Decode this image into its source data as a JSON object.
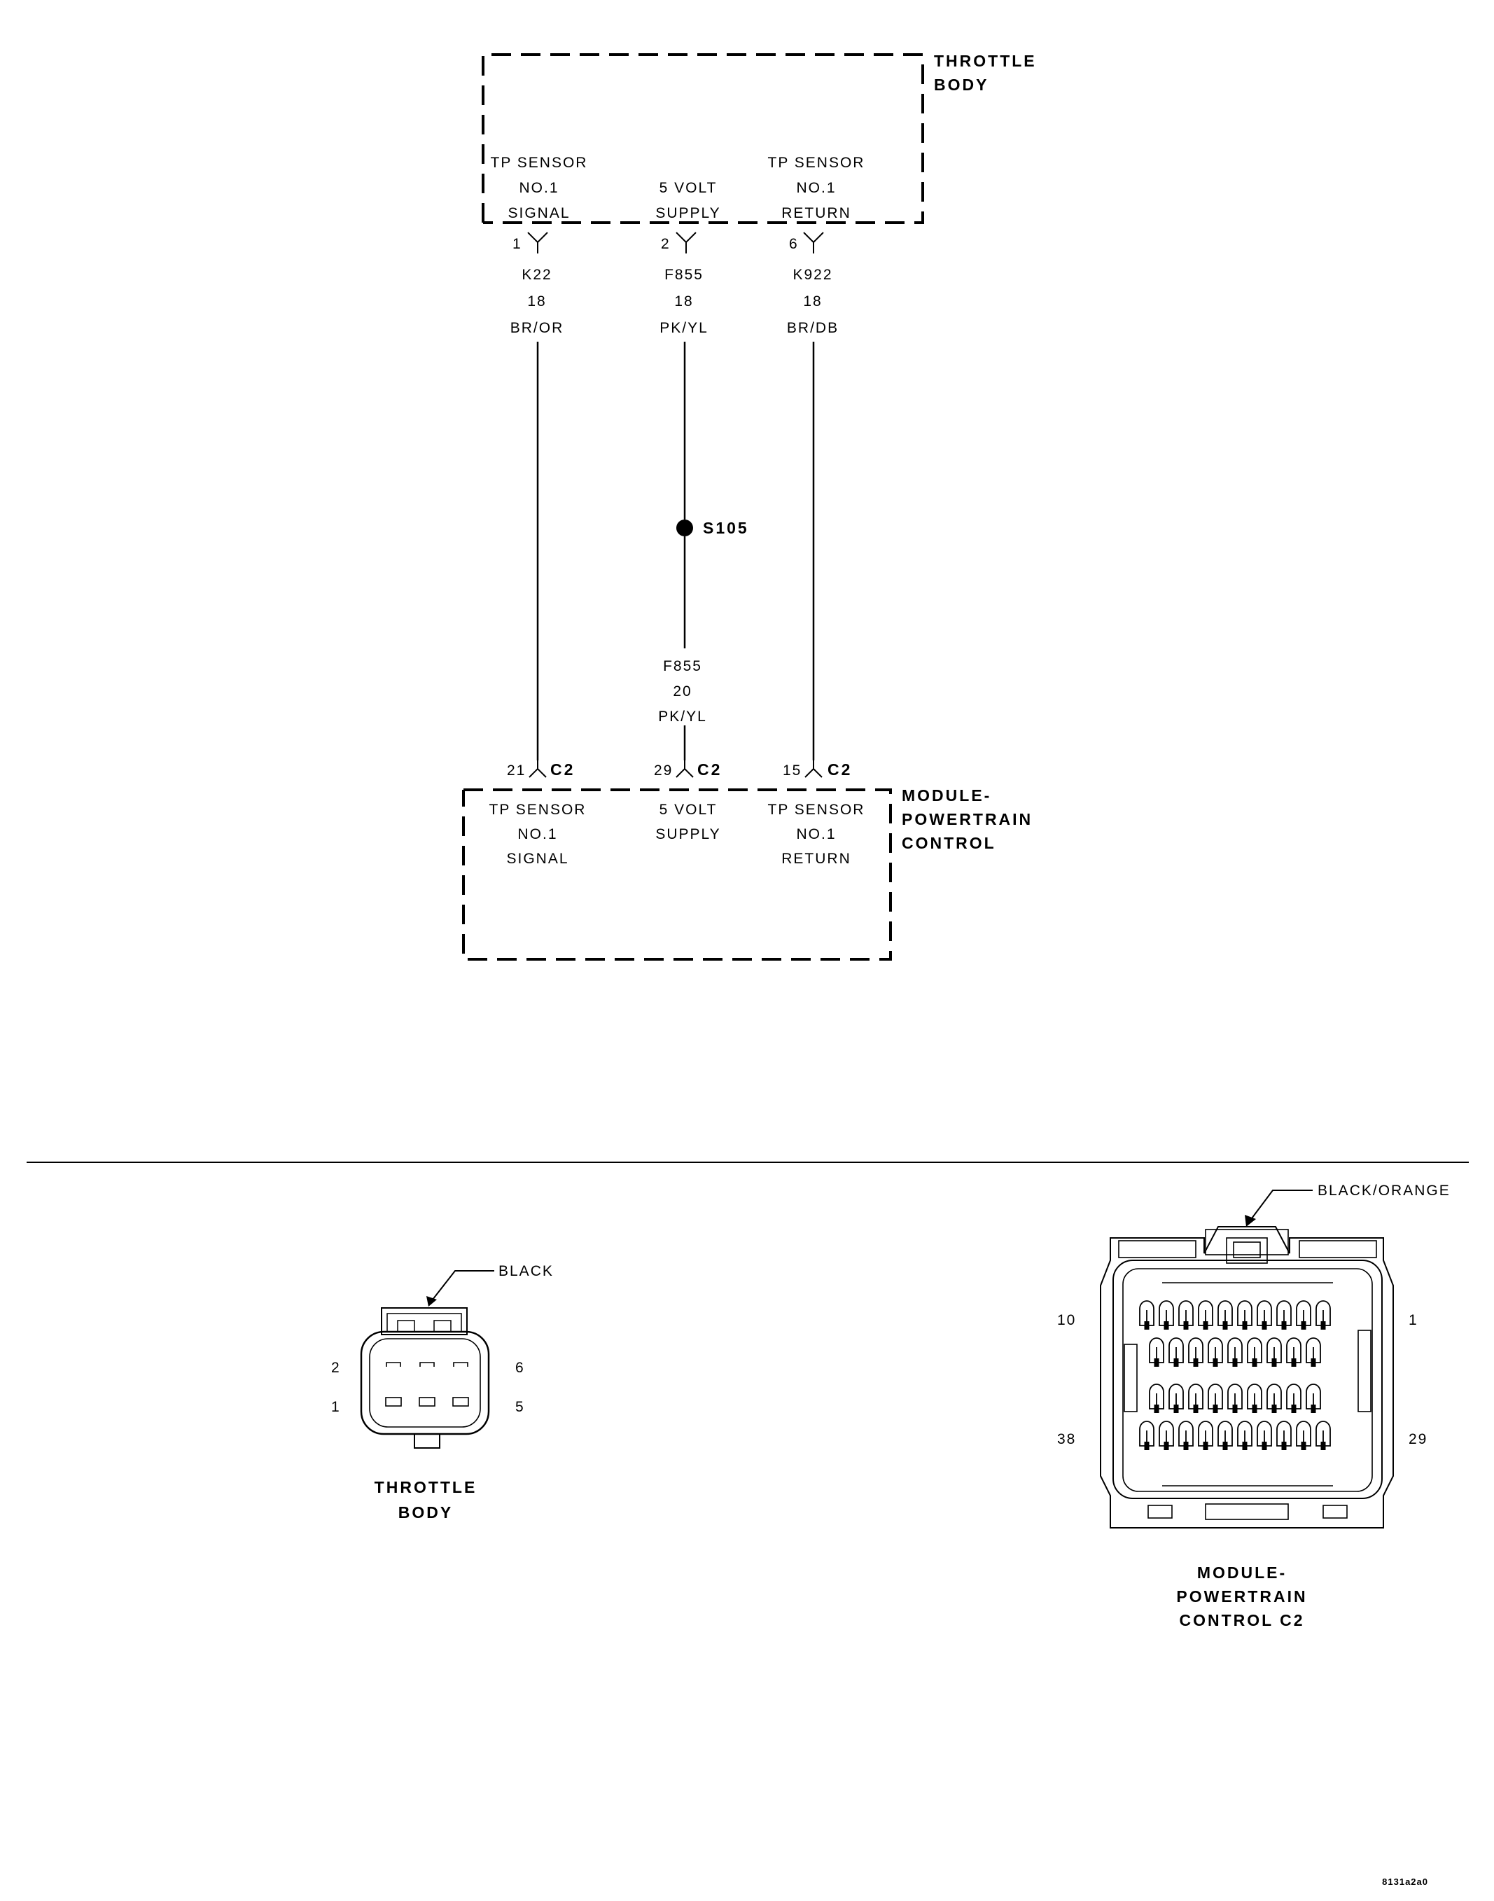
{
  "throttle_body": {
    "title_line1": "THROTTLE",
    "title_line2": "BODY",
    "pins": [
      {
        "pin": "1",
        "l1": "TP SENSOR",
        "l2": "NO.1",
        "l3": "SIGNAL"
      },
      {
        "pin": "2",
        "l1": "5 VOLT",
        "l2": "SUPPLY",
        "l3": ""
      },
      {
        "pin": "6",
        "l1": "TP SENSOR",
        "l2": "NO.1",
        "l3": "RETURN"
      }
    ]
  },
  "wires_top": [
    {
      "circuit": "K22",
      "gauge": "18",
      "color": "BR/OR"
    },
    {
      "circuit": "F855",
      "gauge": "18",
      "color": "PK/YL"
    },
    {
      "circuit": "K922",
      "gauge": "18",
      "color": "BR/DB"
    }
  ],
  "splice": {
    "label": "S105"
  },
  "wire_lower": {
    "circuit": "F855",
    "gauge": "20",
    "color": "PK/YL"
  },
  "pcm": {
    "title_line1": "MODULE-",
    "title_line2": "POWERTRAIN",
    "title_line3": "CONTROL",
    "pins": [
      {
        "pin": "21",
        "connector": "C2",
        "l1": "TP SENSOR",
        "l2": "NO.1",
        "l3": "SIGNAL"
      },
      {
        "pin": "29",
        "connector": "C2",
        "l1": "5 VOLT",
        "l2": "SUPPLY",
        "l3": ""
      },
      {
        "pin": "15",
        "connector": "C2",
        "l1": "TP SENSOR",
        "l2": "NO.1",
        "l3": "RETURN"
      }
    ]
  },
  "tb_connector": {
    "color_label": "BLACK",
    "pin_labels": {
      "tl": "2",
      "bl": "1",
      "tr": "6",
      "br": "5"
    },
    "name_line1": "THROTTLE",
    "name_line2": "BODY"
  },
  "pcm_connector": {
    "color_label": "BLACK/ORANGE",
    "pin_labels": {
      "tl": "10",
      "tr": "1",
      "bl": "38",
      "br": "29"
    },
    "name_line1": "MODULE-",
    "name_line2": "POWERTRAIN",
    "name_line3": "CONTROL C2"
  },
  "figure_code": "8131a2a0"
}
